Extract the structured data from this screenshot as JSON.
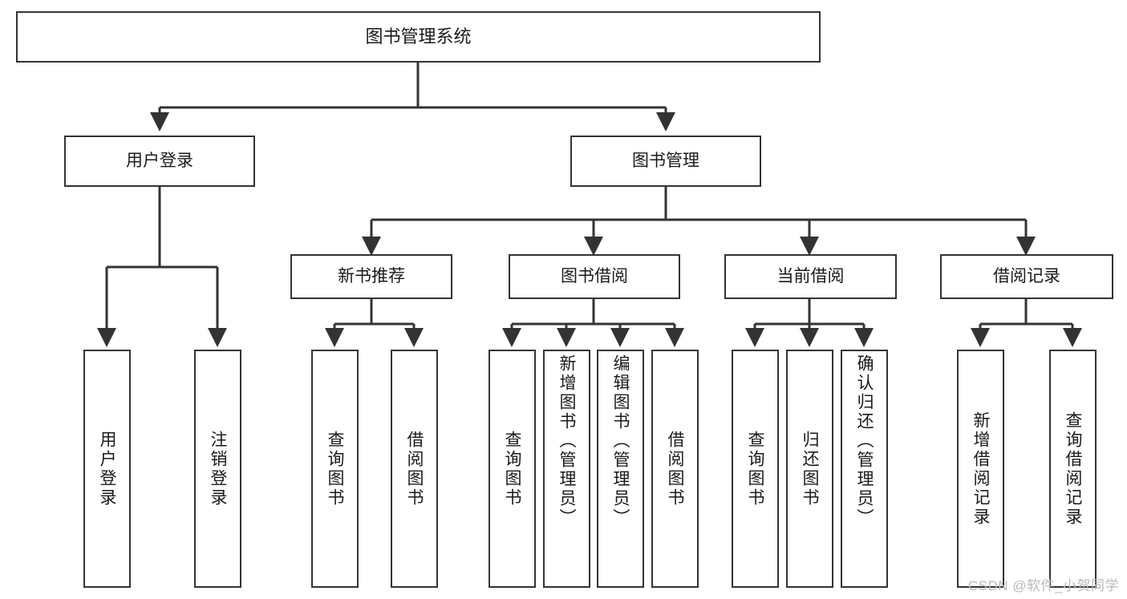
{
  "diagram": {
    "title": "图书管理系统",
    "type": "tree",
    "watermark": "CSDN @软件_小贺同学",
    "colors": {
      "box_border": "#333333",
      "box_fill": "#ffffff",
      "edge": "#333333",
      "text": "#1a1a1a",
      "watermark": "#b9b9b9"
    },
    "levels": {
      "root": {
        "label": "图书管理系统"
      },
      "level2": [
        {
          "label": "用户登录"
        },
        {
          "label": "图书管理"
        }
      ],
      "level3": [
        {
          "label": "新书推荐"
        },
        {
          "label": "图书借阅"
        },
        {
          "label": "当前借阅"
        },
        {
          "label": "借阅记录"
        }
      ],
      "leaves": {
        "user_login": [
          {
            "label": "用户登录"
          },
          {
            "label": "注销登录"
          }
        ],
        "new_book": [
          {
            "label": "查询图书"
          },
          {
            "label": "借阅图书"
          }
        ],
        "book_borrow": [
          {
            "label": "查询图书"
          },
          {
            "label": "新增图书（管理员）"
          },
          {
            "label": "编辑图书（管理员）"
          },
          {
            "label": "借阅图书"
          }
        ],
        "current_borrow": [
          {
            "label": "查询图书"
          },
          {
            "label": "归还图书"
          },
          {
            "label": "确认归还（管理员）"
          }
        ],
        "borrow_record": [
          {
            "label": "新增借阅记录"
          },
          {
            "label": "查询借阅记录"
          }
        ]
      }
    }
  }
}
